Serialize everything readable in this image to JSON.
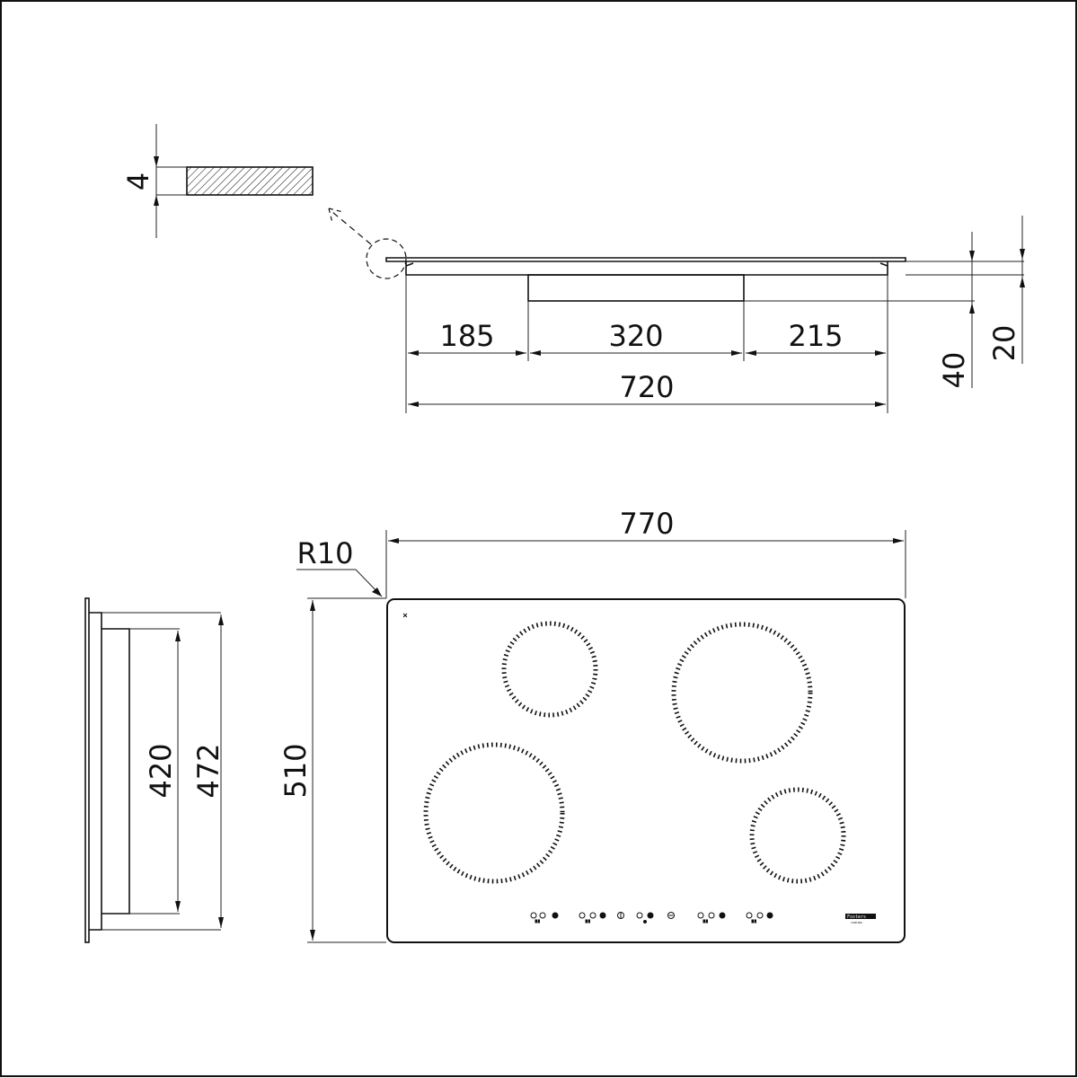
{
  "section_view": {
    "glass_thickness": "4",
    "width_left": "185",
    "width_center": "320",
    "width_right": "215",
    "width_total": "720",
    "depth_body": "40",
    "depth_top": "20"
  },
  "plan_view": {
    "corner_radius": "R10",
    "width": "770",
    "depth": "510"
  },
  "side_view": {
    "inner_depth": "420",
    "outer_depth": "472"
  },
  "hob": {
    "brand": "Fosters",
    "brand_sub": "COOKING"
  },
  "burners": [
    {
      "name": "rear-left",
      "diameter_class": "medium"
    },
    {
      "name": "rear-right",
      "diameter_class": "large"
    },
    {
      "name": "front-left",
      "diameter_class": "large"
    },
    {
      "name": "front-right",
      "diameter_class": "small"
    }
  ],
  "controls": {
    "zones": [
      "zone-1",
      "zone-2",
      "zone-3",
      "zone-4"
    ],
    "power_icon": "power-icon",
    "lock_icon": "lock-icon"
  },
  "colors": {
    "line": "#111111",
    "background": "#ffffff"
  }
}
